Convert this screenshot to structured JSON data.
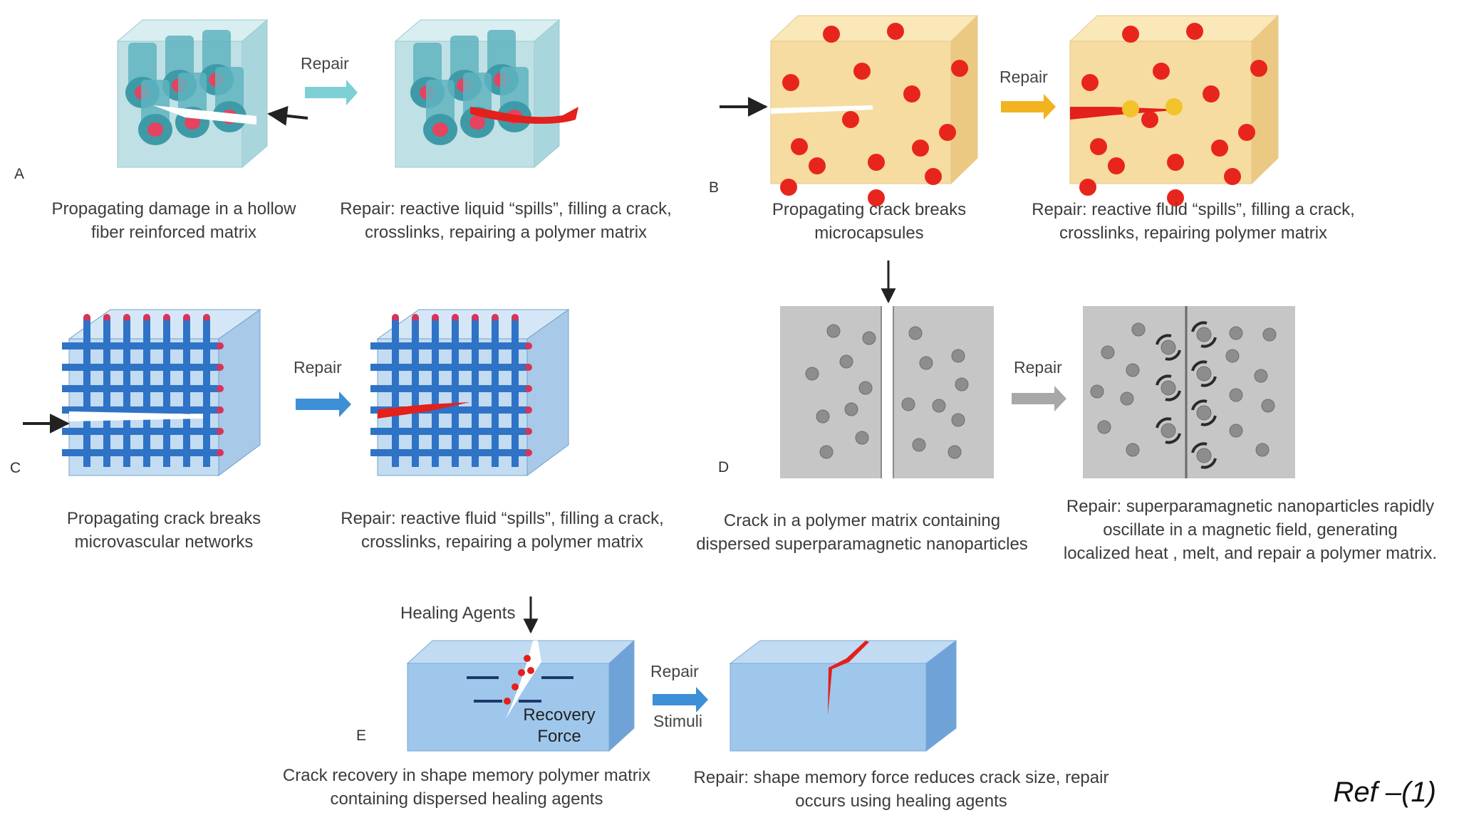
{
  "colors": {
    "fiber_block": "#bfe0e4",
    "fiber_tube": "#5fb3c0",
    "capsule_block": "#f6dca0",
    "capsule_dot": "#e8251c",
    "vascular_block": "#b9d6ee",
    "vascular_pipe": "#2f73c6",
    "nano_block": "#c6c6c6",
    "nano_particle": "#8d8d8d",
    "smp_block": "#9fc7ec",
    "heal_red": "#e3201b",
    "arrow_teal": "#7fcfd6",
    "arrow_orange": "#f2b320",
    "arrow_blue": "#3d8fd6",
    "arrow_grey": "#a8a8a8"
  },
  "panels": {
    "A": {
      "letter": "A",
      "repair": "Repair",
      "caption_left": [
        "Propagating damage in a hollow",
        "fiber reinforced matrix"
      ],
      "caption_right": [
        "Repair: reactive  liquid “spills”, filling a crack,",
        "crosslinks, repairing a polymer matrix"
      ]
    },
    "B": {
      "letter": "B",
      "repair": "Repair",
      "caption_left": [
        "Propagating crack breaks",
        "microcapsules"
      ],
      "caption_right": [
        "Repair: reactive fluid “spills”, filling a crack,",
        "crosslinks, repairing polymer matrix"
      ]
    },
    "C": {
      "letter": "C",
      "repair": "Repair",
      "caption_left": [
        "Propagating crack breaks",
        "microvascular networks"
      ],
      "caption_right": [
        "Repair: reactive fluid “spills”, filling a crack,",
        "crosslinks, repairing a polymer matrix"
      ]
    },
    "D": {
      "letter": "D",
      "repair": "Repair",
      "caption_left": [
        "Crack in a polymer matrix containing",
        "dispersed superparamagnetic nanoparticles"
      ],
      "caption_right": [
        "Repair:  superparamagnetic  nanoparticles rapidly",
        "oscillate  in a  magnetic field, generating",
        "localized heat , melt, and repair a polymer matrix."
      ]
    },
    "E": {
      "letter": "E",
      "repair": "Repair",
      "stimuli": "Stimuli",
      "healing_agents": "Healing Agents",
      "recovery": "Recovery",
      "force": "Force",
      "caption_left": [
        "Crack recovery in shape memory polymer matrix",
        "containing  dispersed healing agents"
      ],
      "caption_right": [
        "Repair: shape memory force reduces crack size, repair",
        "occurs  using   healing agents"
      ]
    }
  },
  "reference": "Ref –(1)"
}
